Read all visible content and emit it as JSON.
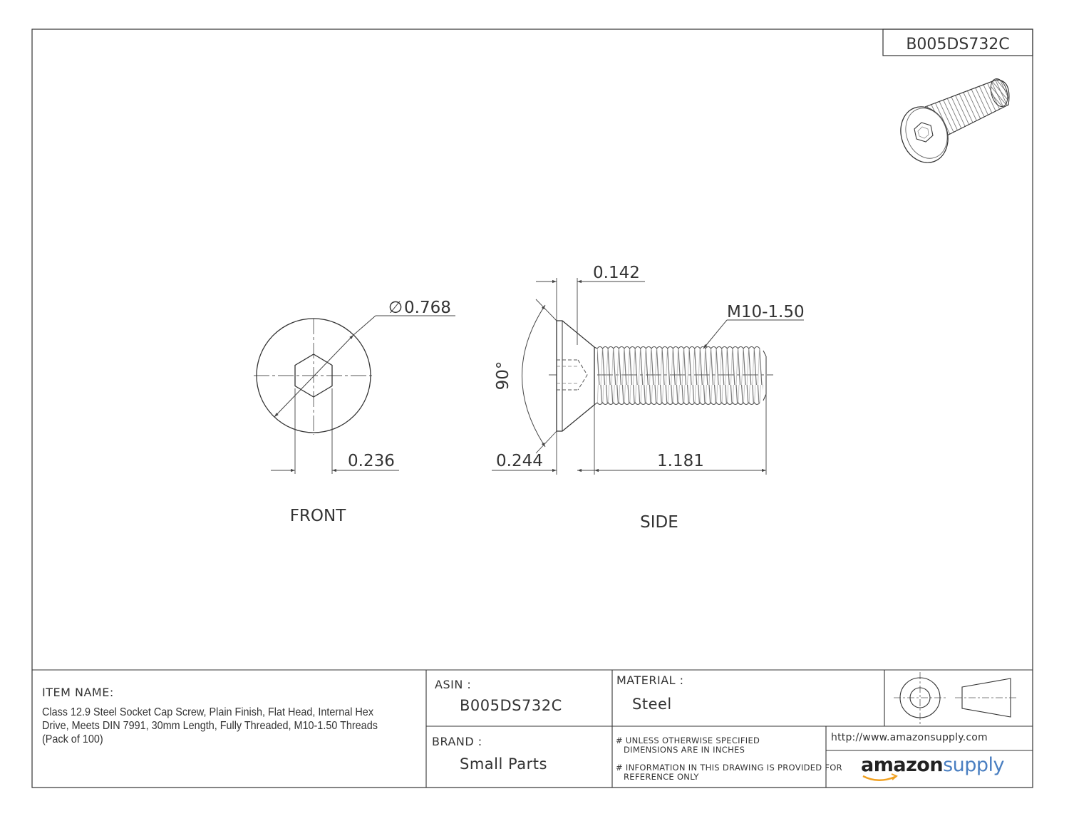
{
  "drawing": {
    "part_number": "B005DS732C",
    "front_label": "FRONT",
    "side_label": "SIDE"
  },
  "dimensions": {
    "head_diameter": "0.768",
    "diameter_symbol": "∅",
    "hex_size": "0.236",
    "head_thickness": "0.142",
    "thread_spec": "M10-1.50",
    "angle": "90°",
    "head_height": "0.244",
    "length": "1.181"
  },
  "title_block": {
    "item_name_label": "ITEM NAME:",
    "item_name_lines": [
      "Class 12.9 Steel Socket Cap Screw, Plain Finish, Flat Head, Internal Hex",
      "Drive, Meets DIN 7991, 30mm Length, Fully Threaded, M10-1.50 Threads",
      "(Pack of 100)"
    ],
    "asin_label": "ASIN :",
    "asin_value": "B005DS732C",
    "material_label": "MATERIAL :",
    "material_value": "Steel",
    "brand_label": "BRAND :",
    "brand_value": "Small Parts",
    "note1_line1": "# UNLESS OTHERWISE SPECIFIED",
    "note1_line2": "DIMENSIONS ARE IN INCHES",
    "note2_line1": "# INFORMATION IN THIS DRAWING IS PROVIDED FOR",
    "note2_line2": "REFERENCE ONLY",
    "url": "http://www.amazonsupply.com",
    "logo_word1": "amazon",
    "logo_word2": "supply"
  },
  "colors": {
    "line": "#333333",
    "logo_dark": "#222222",
    "logo_blue": "#4a7fc1",
    "logo_smile": "#f0a020"
  }
}
